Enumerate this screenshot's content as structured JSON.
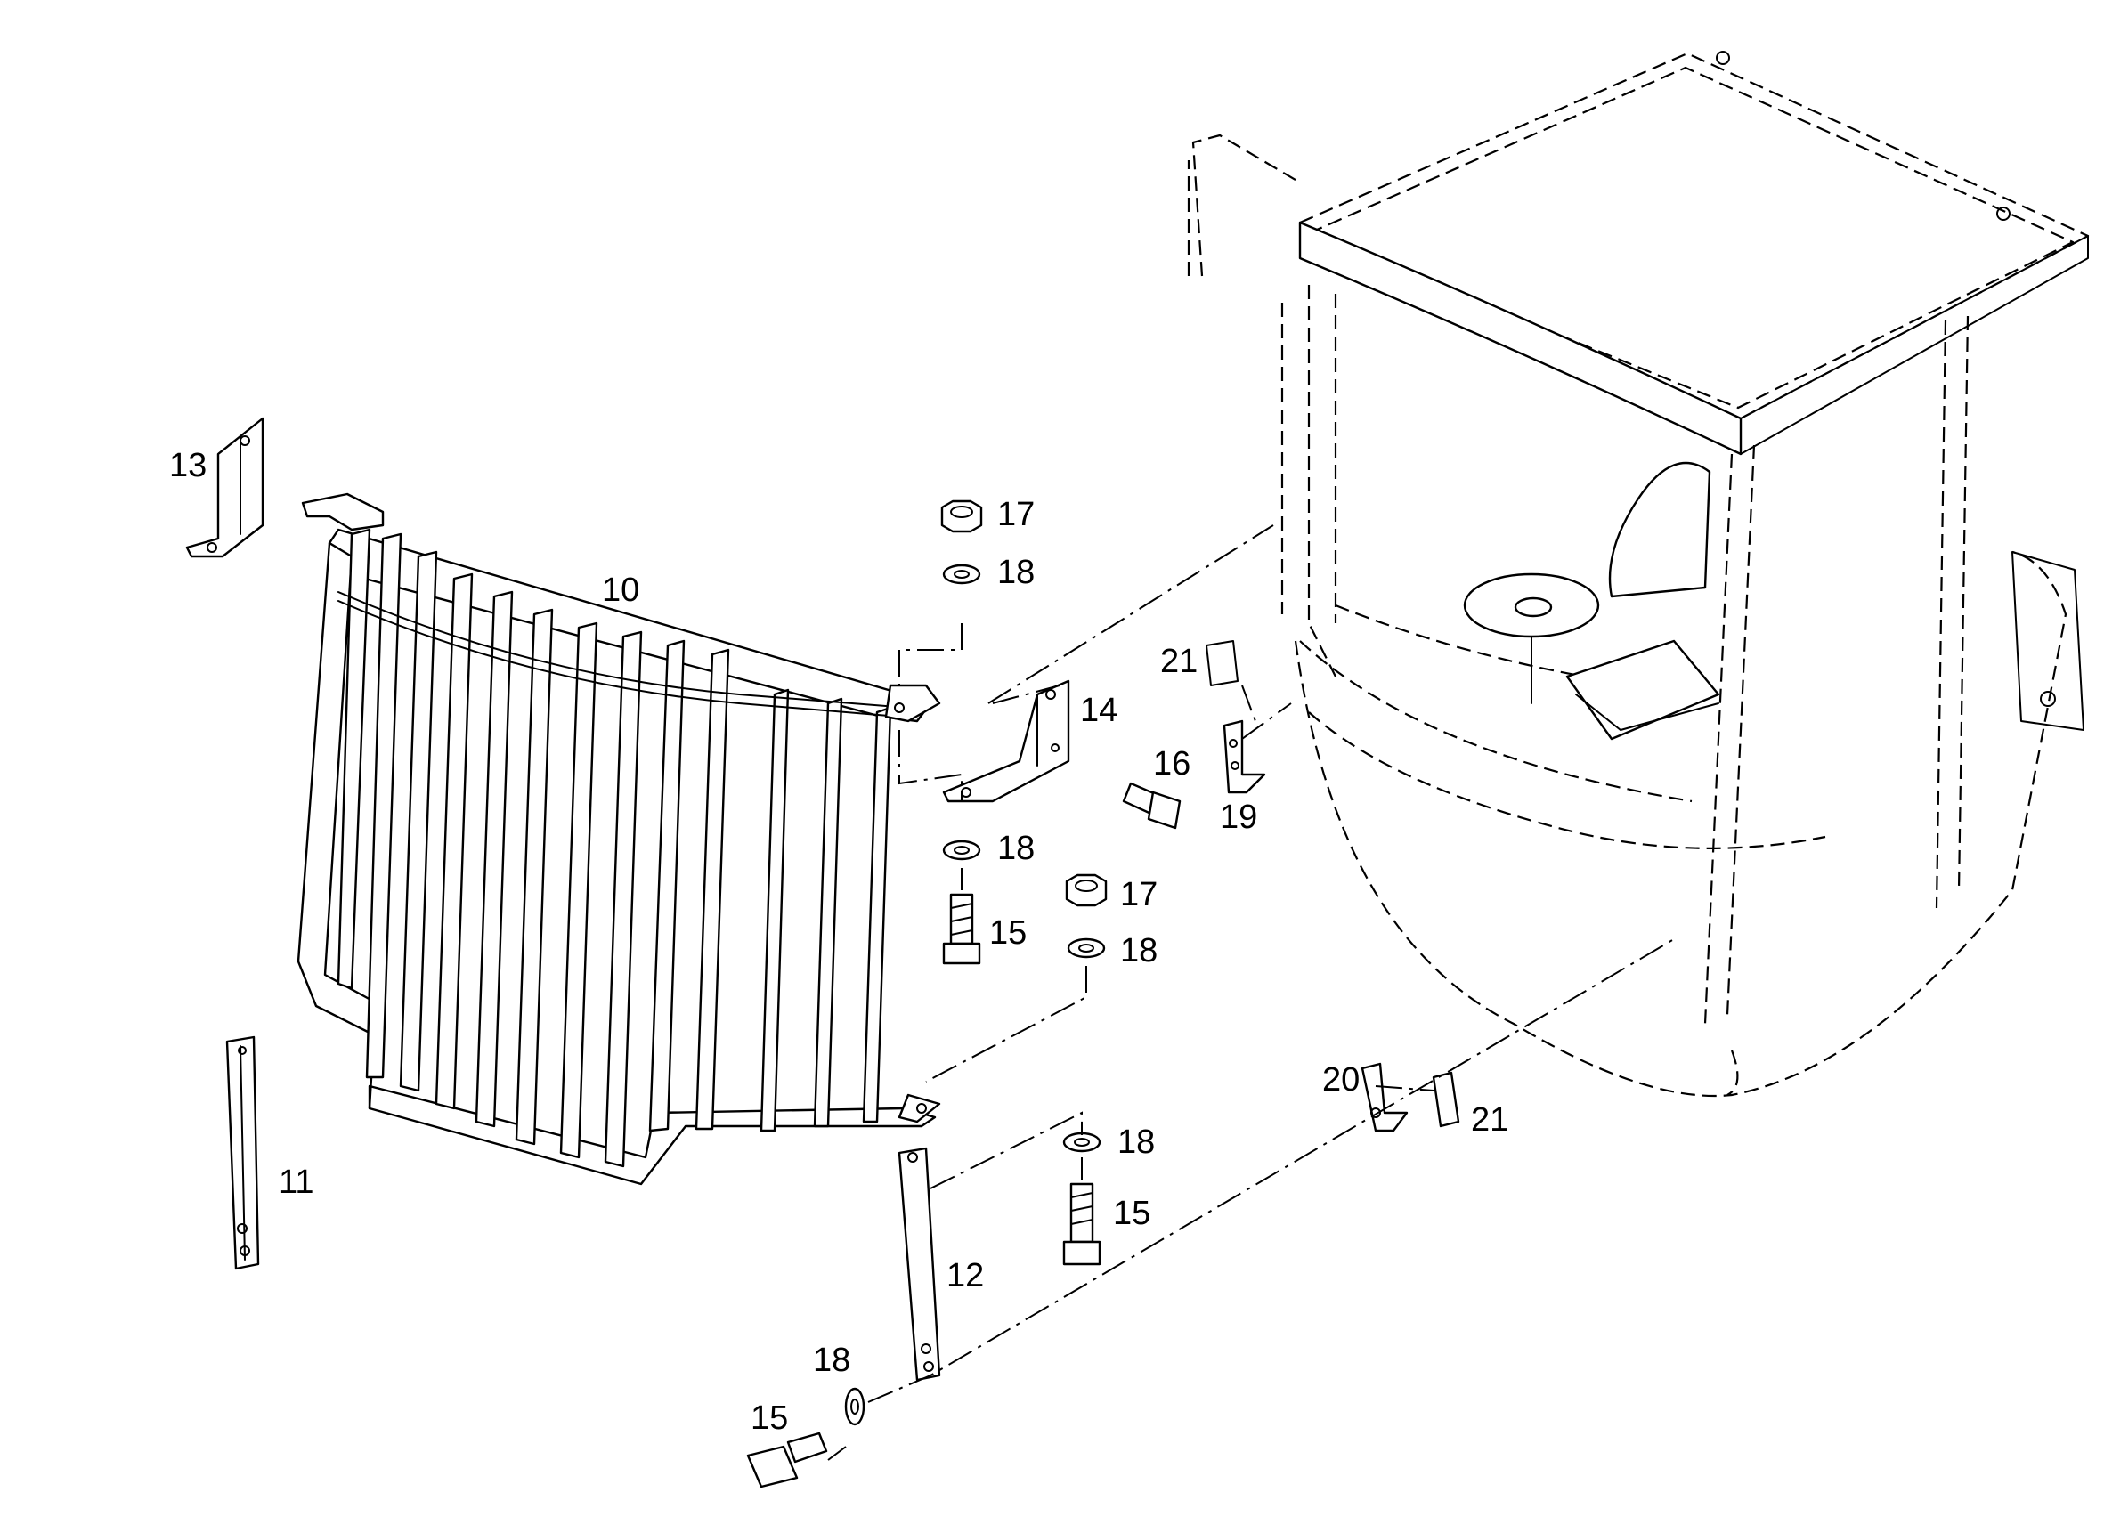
{
  "diagram": {
    "kind": "exploded-parts-view",
    "callouts": [
      {
        "id": "c10",
        "label": "10"
      },
      {
        "id": "c11",
        "label": "11"
      },
      {
        "id": "c12",
        "label": "12"
      },
      {
        "id": "c13",
        "label": "13"
      },
      {
        "id": "c14",
        "label": "14"
      },
      {
        "id": "c15a",
        "label": "15"
      },
      {
        "id": "c15b",
        "label": "15"
      },
      {
        "id": "c15c",
        "label": "15"
      },
      {
        "id": "c16",
        "label": "16"
      },
      {
        "id": "c17a",
        "label": "17"
      },
      {
        "id": "c17b",
        "label": "17"
      },
      {
        "id": "c18a",
        "label": "18"
      },
      {
        "id": "c18b",
        "label": "18"
      },
      {
        "id": "c18c",
        "label": "18"
      },
      {
        "id": "c18d",
        "label": "18"
      },
      {
        "id": "c18e",
        "label": "18"
      },
      {
        "id": "c19",
        "label": "19"
      },
      {
        "id": "c20",
        "label": "20"
      },
      {
        "id": "c21a",
        "label": "21"
      },
      {
        "id": "c21b",
        "label": "21"
      }
    ]
  }
}
